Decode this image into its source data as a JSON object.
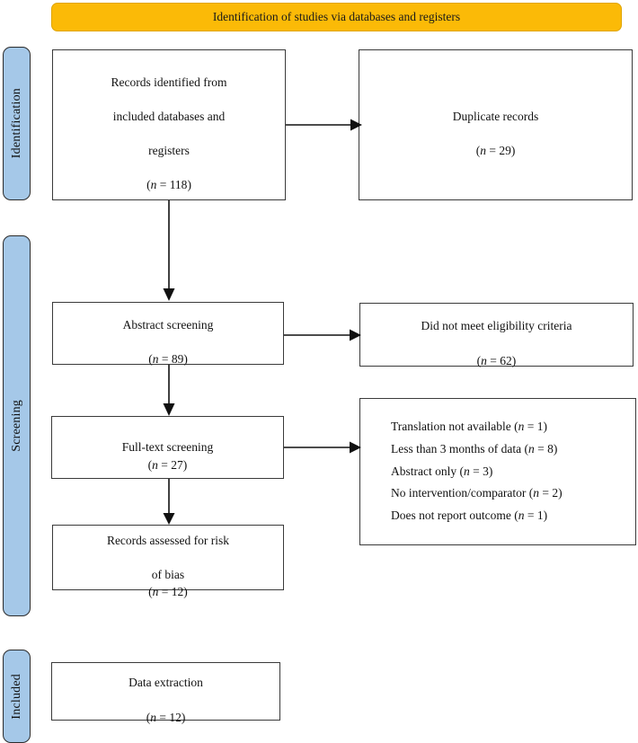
{
  "banner": {
    "title": "Identification of studies via databases and registers"
  },
  "stages": [
    {
      "id": "identification",
      "label": "Identification"
    },
    {
      "id": "screening",
      "label": "Screening"
    },
    {
      "id": "included",
      "label": "Included"
    }
  ],
  "boxes": {
    "records_identified": {
      "line1": "Records identified from",
      "line2": "included databases and",
      "line3": "registers",
      "count_label": "n",
      "count_value": "118"
    },
    "duplicate_records": {
      "line1": "Duplicate records",
      "count_label": "n",
      "count_value": "29"
    },
    "abstract_screening": {
      "line1": "Abstract screening",
      "count_label": "n",
      "count_value": "89"
    },
    "not_eligible": {
      "line1": "Did not meet eligibility criteria",
      "count_label": "n",
      "count_value": "62"
    },
    "fulltext_screening": {
      "line1": "Full-text screening",
      "count_label": "n",
      "count_value": "27"
    },
    "risk_of_bias": {
      "line1": "Records assessed for risk",
      "line2": "of bias",
      "count_label": "n",
      "count_value": "12"
    },
    "data_extraction": {
      "line1": "Data extraction",
      "count_label": "n",
      "count_value": "12"
    }
  },
  "exclusion_reasons": [
    {
      "reason": "Translation not available",
      "count_label": "n",
      "count_value": "1"
    },
    {
      "reason": "Less than 3 months of data",
      "count_label": "n",
      "count_value": "8"
    },
    {
      "reason": "Abstract only",
      "count_label": "n",
      "count_value": "3"
    },
    {
      "reason": "No intervention/comparator",
      "count_label": "n",
      "count_value": "2"
    },
    {
      "reason": "Does not report outcome",
      "count_label": "n",
      "count_value": "1"
    }
  ],
  "colors": {
    "banner_fill": "#FBBA07",
    "stage_bar_fill": "#A5C8E8",
    "box_border": "#3a3a3a",
    "arrow": "#111111",
    "page_background": "#FFFFFF"
  }
}
